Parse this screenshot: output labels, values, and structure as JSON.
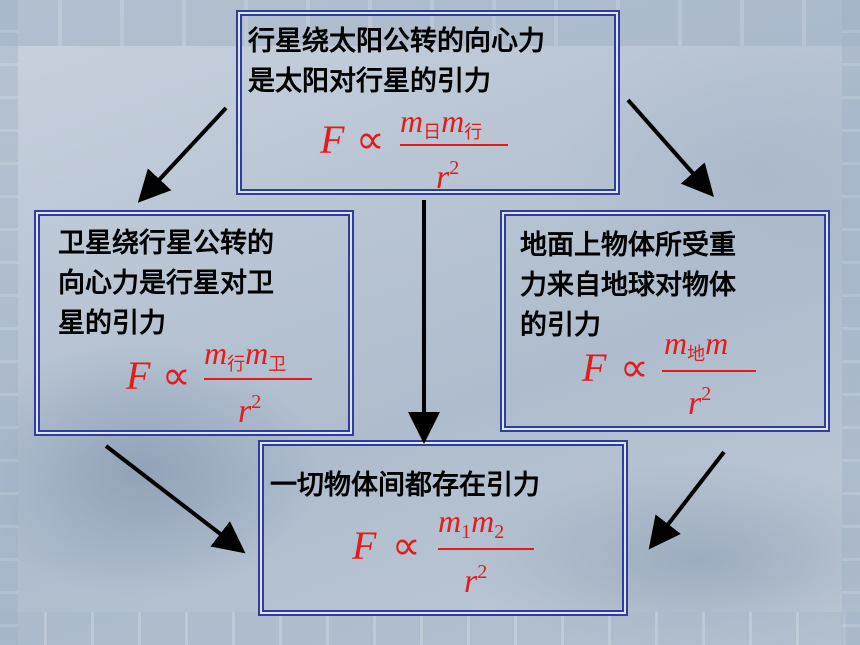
{
  "boxes": {
    "top": {
      "lines": [
        "行星绕太阳公转的向心力",
        "是太阳对行星的引力"
      ]
    },
    "left": {
      "lines": [
        "卫星绕行星公转的",
        "向心力是行星对卫",
        "星的引力"
      ]
    },
    "right": {
      "lines": [
        "地面上物体所受重",
        "力来自地球对物体",
        "的引力"
      ]
    },
    "bottom": {
      "lines": [
        "一切物体间都存在引力"
      ]
    }
  },
  "formulas": {
    "top": {
      "F": "F",
      "prop": "∝",
      "m1": "m",
      "s1": "日",
      "m2": "m",
      "s2": "行",
      "den": "r",
      "exp": "2"
    },
    "left": {
      "F": "F",
      "prop": "∝",
      "m1": "m",
      "s1": "行",
      "m2": "m",
      "s2": "卫",
      "den": "r",
      "exp": "2"
    },
    "right": {
      "F": "F",
      "prop": "∝",
      "m1": "m",
      "s1": "地",
      "m2": "m",
      "s2": "",
      "den": "r",
      "exp": "2"
    },
    "bottom": {
      "F": "F",
      "prop": "∝",
      "m1": "m",
      "s1": "1",
      "m2": "m",
      "s2": "2",
      "den": "r",
      "exp": "2"
    }
  },
  "colors": {
    "formula": "#e31b1b",
    "border": "#2e3e9a",
    "text": "#000000"
  }
}
